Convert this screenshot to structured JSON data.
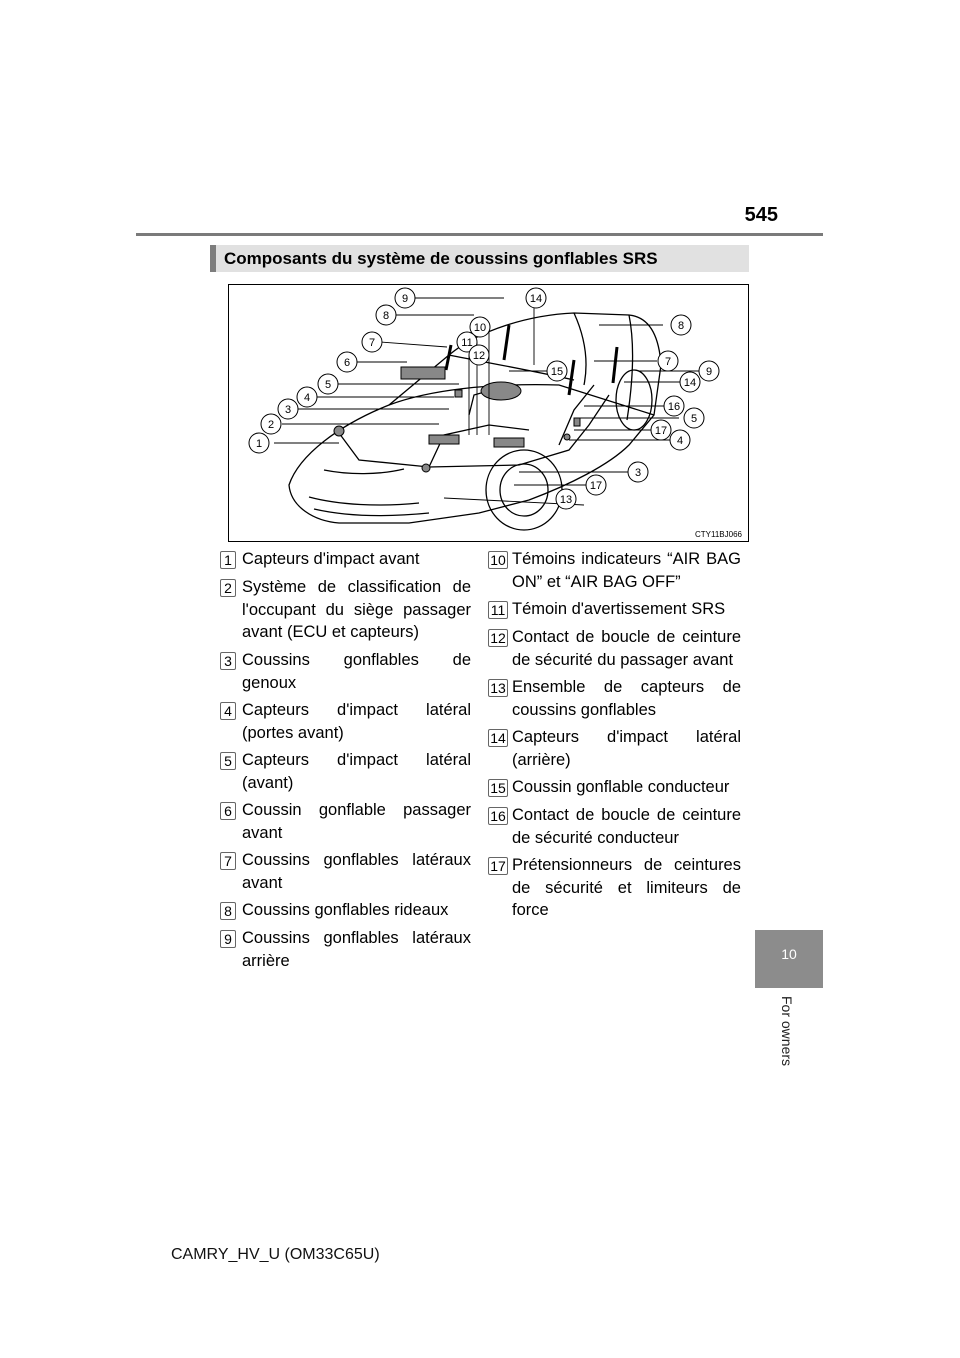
{
  "page_number": "545",
  "side_tab": {
    "number": "10",
    "label": "For owners"
  },
  "section_title": "Composants du système de coussins gonflables SRS",
  "figure": {
    "code": "CTY11BJ066",
    "callouts": [
      "1",
      "2",
      "3",
      "4",
      "5",
      "6",
      "7",
      "8",
      "9",
      "10",
      "11",
      "12",
      "13",
      "14",
      "15",
      "16",
      "17"
    ]
  },
  "legend": [
    {
      "number": "1",
      "text": "Capteurs d'impact avant"
    },
    {
      "number": "2",
      "text": "Système de classification de l'occupant du siège passager avant (ECU et capteurs)"
    },
    {
      "number": "3",
      "text": "Coussins gonflables de genoux"
    },
    {
      "number": "4",
      "text": "Capteurs d'impact latéral (portes avant)"
    },
    {
      "number": "5",
      "text": "Capteurs d'impact latéral (avant)"
    },
    {
      "number": "6",
      "text": "Coussin gonflable passager avant"
    },
    {
      "number": "7",
      "text": "Coussins gonflables latéraux avant"
    },
    {
      "number": "8",
      "text": "Coussins gonflables rideaux"
    },
    {
      "number": "9",
      "text": "Coussins gonflables latéraux arrière"
    },
    {
      "number": "10",
      "text": "Témoins indicateurs “AIR BAG ON” et “AIR BAG OFF”"
    },
    {
      "number": "11",
      "text": "Témoin d'avertissement SRS"
    },
    {
      "number": "12",
      "text": "Contact de boucle de ceinture de sécurité du passager avant"
    },
    {
      "number": "13",
      "text": "Ensemble de capteurs de coussins gonflables"
    },
    {
      "number": "14",
      "text": "Capteurs d'impact latéral (arrière)"
    },
    {
      "number": "15",
      "text": "Coussin gonflable conducteur"
    },
    {
      "number": "16",
      "text": "Contact de boucle de ceinture de sécurité conducteur"
    },
    {
      "number": "17",
      "text": "Prétensionneurs de ceintures de sécurité et limiteurs de force"
    }
  ],
  "footer": "CAMRY_HV_U (OM33C65U)"
}
